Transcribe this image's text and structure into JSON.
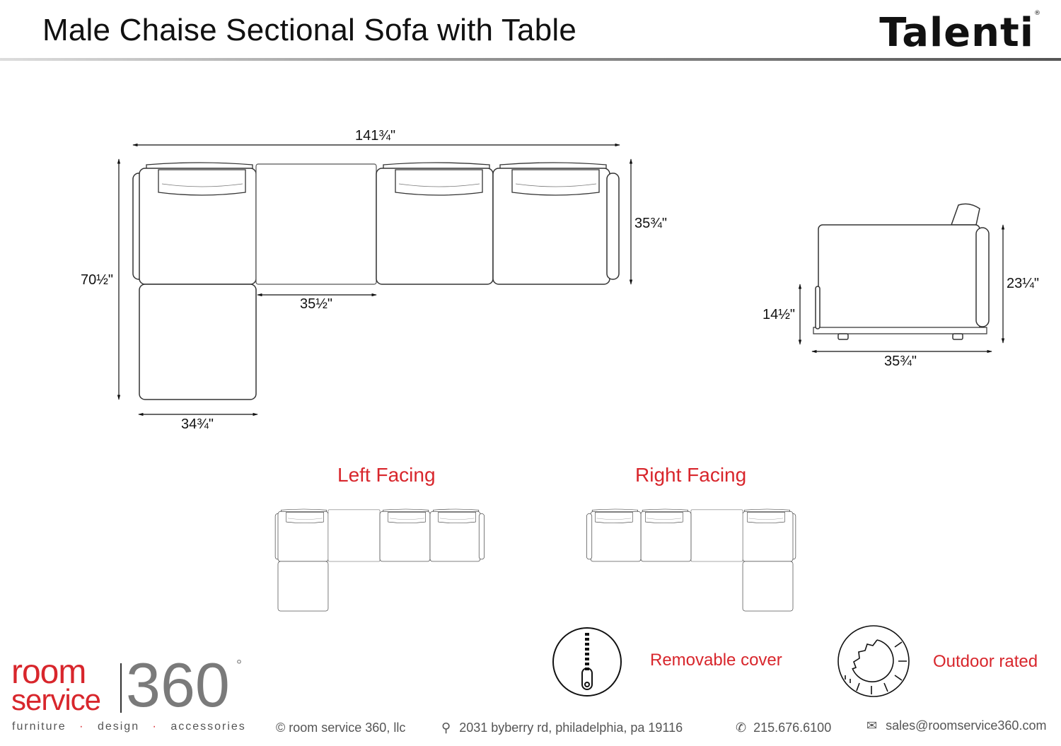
{
  "header": {
    "title": "Male Chaise Sectional Sofa with Table",
    "brand": "Talenti",
    "brand_mark": "®"
  },
  "dimensions": {
    "overall_width": "141¾\"",
    "overall_depth": "70½\"",
    "sofa_depth": "35¾\"",
    "table_width": "35½\"",
    "chaise_width": "34¾\"",
    "side_height": "23¼\"",
    "seat_height": "14½\"",
    "side_depth": "35¾\""
  },
  "orientations": {
    "left": "Left Facing",
    "right": "Right Facing"
  },
  "features": [
    {
      "icon": "zipper-icon",
      "label": "Removable cover"
    },
    {
      "icon": "outdoor-weather-icon",
      "label": "Outdoor rated"
    }
  ],
  "footer": {
    "logo_room": "room",
    "logo_service": "service",
    "logo_360": "360",
    "logo_degree": "°",
    "tagline": [
      "furniture",
      "design",
      "accessories"
    ],
    "copyright": "© room service 360, llc",
    "address": "2031 byberry rd, philadelphia, pa 19116",
    "phone": "215.676.6100",
    "email": "sales@roomservice360.com",
    "colors": {
      "red": "#d8262c",
      "gray": "#7a7a7a"
    }
  }
}
